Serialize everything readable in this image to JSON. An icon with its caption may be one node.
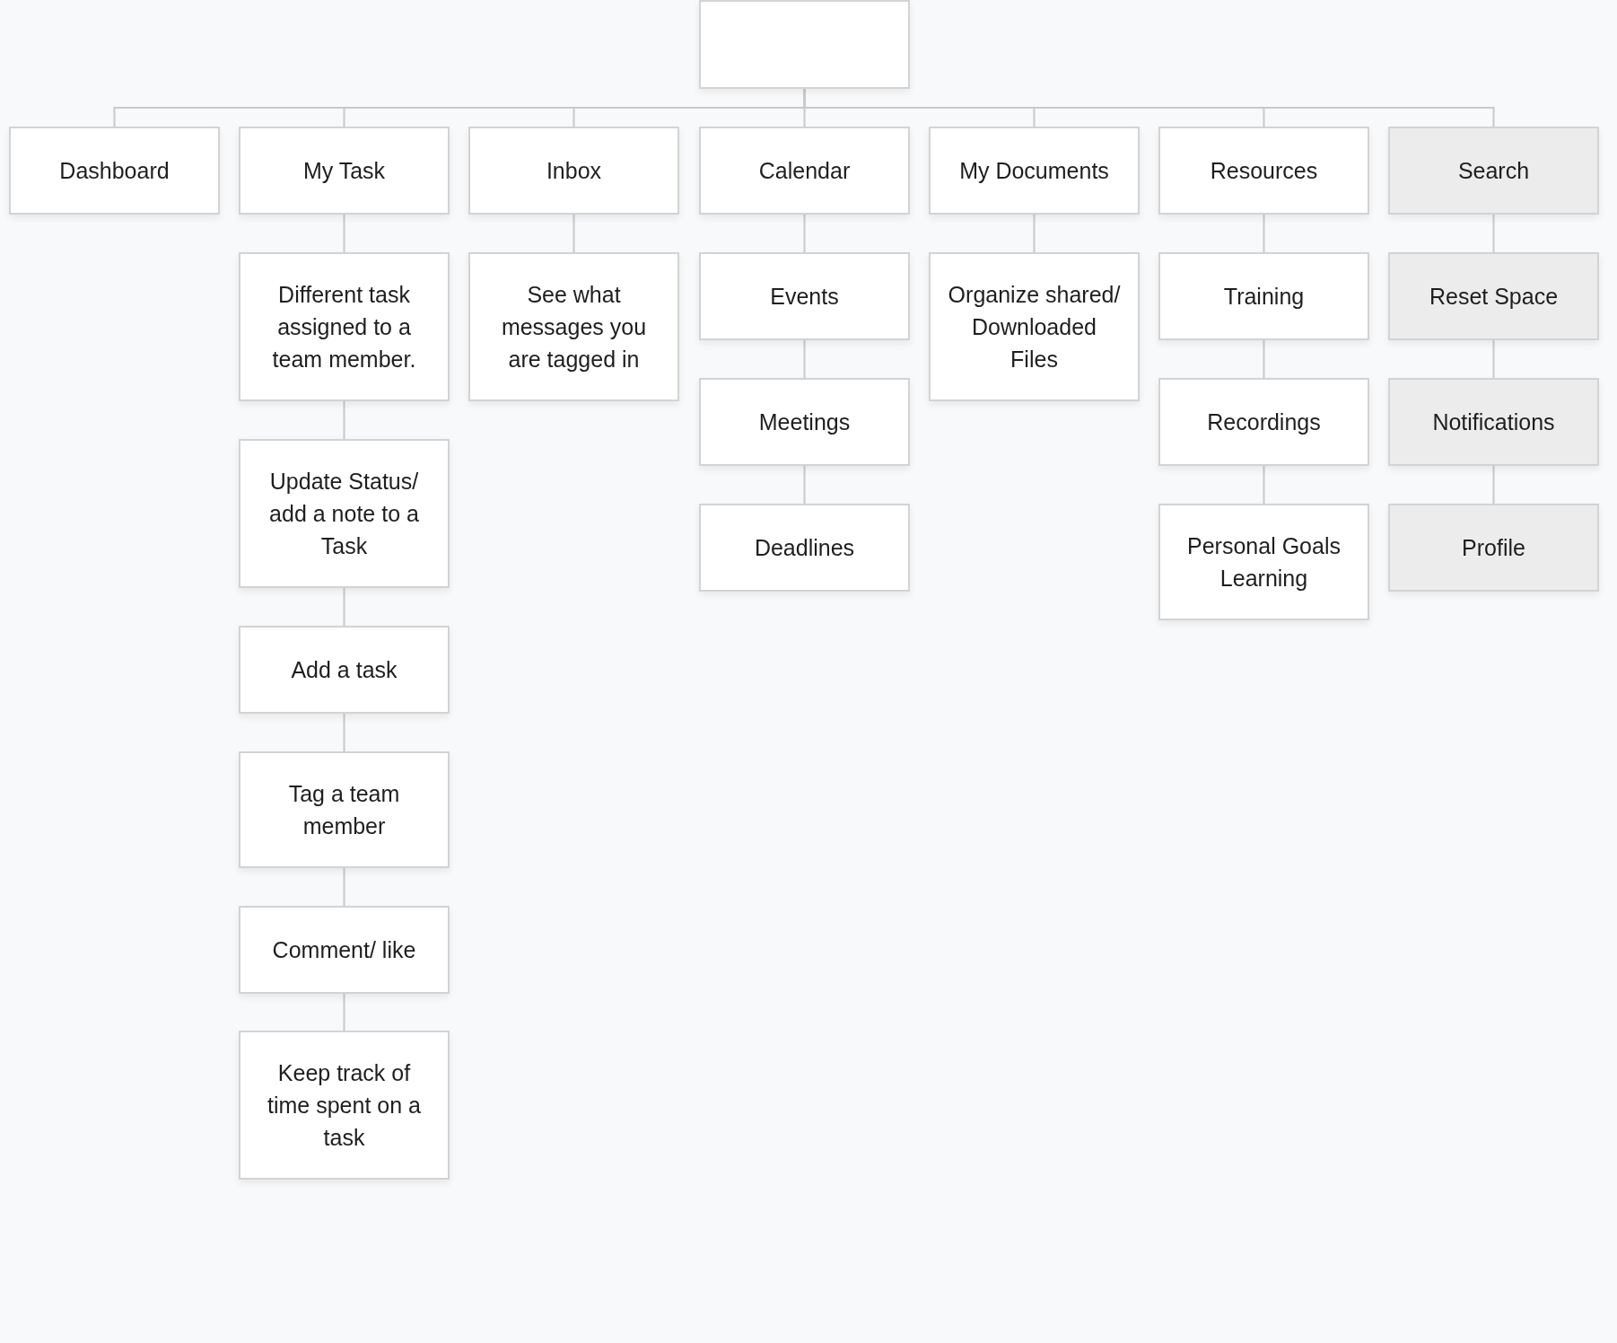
{
  "diagram": {
    "nodes": [
      {
        "text": [],
        "shape": "box"
      },
      {
        "text": [
          "Dashboard"
        ]
      },
      {
        "text": [
          "My Task"
        ]
      },
      {
        "text": [
          "Different task assigned to a team member."
        ]
      },
      {
        "text": [
          "Update Status/ add a note to a Task"
        ]
      },
      {
        "text": [
          "Add a task"
        ]
      },
      {
        "text": [
          "Tag a team member"
        ]
      },
      {
        "text": [
          "Comment/ like"
        ]
      },
      {
        "text": [
          "Keep track of time spent on a task"
        ]
      },
      {
        "text": [
          "Inbox"
        ]
      },
      {
        "text": [
          "See what messages you are tagged in"
        ]
      },
      {
        "text": [
          "Calendar"
        ]
      },
      {
        "text": [
          "Events"
        ]
      },
      {
        "text": [
          "Meetings"
        ]
      },
      {
        "text": [
          "Deadlines"
        ]
      },
      {
        "text": [
          "My Documents"
        ]
      },
      {
        "text": [
          "Organize shared/ Downloaded Files"
        ]
      },
      {
        "text": [
          "Resources"
        ]
      },
      {
        "text": [
          "Training"
        ]
      },
      {
        "text": [
          "Recordings"
        ]
      },
      {
        "text": [
          "Personal Goals Learning"
        ]
      },
      {
        "text": [
          "Search"
        ]
      },
      {
        "text": [
          "Reset Space"
        ]
      },
      {
        "text": [
          "Notifications"
        ]
      },
      {
        "text": [
          "Profile"
        ]
      }
    ],
    "edges": [
      {
        "from": 0,
        "to": 1,
        "arrow": "none"
      },
      {
        "from": 0,
        "to": 2,
        "arrow": "none"
      },
      {
        "from": 0,
        "to": 9,
        "arrow": "none"
      },
      {
        "from": 0,
        "to": 11,
        "arrow": "none"
      },
      {
        "from": 0,
        "to": 15,
        "arrow": "none"
      },
      {
        "from": 0,
        "to": 17,
        "arrow": "none"
      },
      {
        "from": 0,
        "to": 21,
        "arrow": "none"
      },
      {
        "from": 2,
        "to": 3,
        "arrow": "none"
      },
      {
        "from": 3,
        "to": 4,
        "arrow": "none"
      },
      {
        "from": 4,
        "to": 5,
        "arrow": "none"
      },
      {
        "from": 5,
        "to": 6,
        "arrow": "none"
      },
      {
        "from": 6,
        "to": 7,
        "arrow": "none"
      },
      {
        "from": 7,
        "to": 8,
        "arrow": "none"
      },
      {
        "from": 9,
        "to": 10,
        "arrow": "none"
      },
      {
        "from": 11,
        "to": 12,
        "arrow": "none"
      },
      {
        "from": 12,
        "to": 13,
        "arrow": "none"
      },
      {
        "from": 13,
        "to": 14,
        "arrow": "none"
      },
      {
        "from": 15,
        "to": 16,
        "arrow": "none"
      },
      {
        "from": 17,
        "to": 18,
        "arrow": "none"
      },
      {
        "from": 18,
        "to": 19,
        "arrow": "none"
      },
      {
        "from": 19,
        "to": 20,
        "arrow": "none"
      },
      {
        "from": 21,
        "to": 22,
        "arrow": "none"
      },
      {
        "from": 22,
        "to": 23,
        "arrow": "none"
      },
      {
        "from": 23,
        "to": 24,
        "arrow": "none"
      }
    ]
  }
}
